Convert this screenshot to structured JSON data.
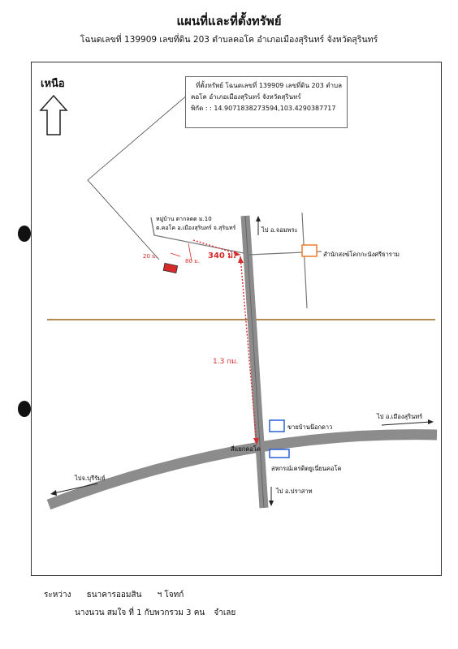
{
  "header": {
    "title": "แผนที่และที่ตั้งทรัพย์",
    "subtitle": "โฉนดเลขที่ 139909 เลขที่ดิน 203 ตำบลคอโค อำเภอเมืองสุรินทร์ จังหวัดสุรินทร์"
  },
  "map": {
    "north_label": "เหนือ",
    "info_box": {
      "line1": "ที่ตั้งทรัพย์ โฉนดเลขที่ 139909 เลขที่ดิน 203 ตำบล",
      "line2": "คอโค อำเภอเมืองสุรินทร์ จังหวัดสุรินทร์",
      "line3": "พิกัด : : 14.9071838273594,103.4290387717"
    },
    "village_line1": "หมู่บ้าน ตากลดด ม.10",
    "village_line2": "ต.คอโค อ.เมืองสุรินทร์ จ.สุรินทร์",
    "parcel_width_label": "20 ม.",
    "parcel_depth_label": "80 ม.",
    "distance_side": "340 ม.",
    "distance_main": "1.3 กม.",
    "to_north": "ไป อ.จอมพระ",
    "to_south": "ไป อ.ปราสาท",
    "to_east": "ไป อ.เมืองสุรินทร์",
    "to_west": "ไปจ.บุรีรัมย์",
    "temple": "สำนักสงฆ์โคกกะนังศรีธาราม",
    "junction": "สี่แยกคอโค",
    "shop": "ขายบ้านน๊อกดาว",
    "cooperative": "สหกรณ์เครดิตยูเนี่ยนคอโค",
    "colors": {
      "road": "#8c8c8c",
      "road_dark": "#555555",
      "red": "#d62b2b",
      "orange": "#f07a2a",
      "blue": "#2a5fd6",
      "brown": "#b08a50"
    }
  },
  "footer": {
    "label_between": "ระหว่าง",
    "bank": "ธนาคารออมสิน",
    "role": "ฯ โจทก์",
    "defendant": "นางนวน สมใจ ที่ 1 กับพวกรวม 3 คน",
    "role2": "จำเลย"
  }
}
